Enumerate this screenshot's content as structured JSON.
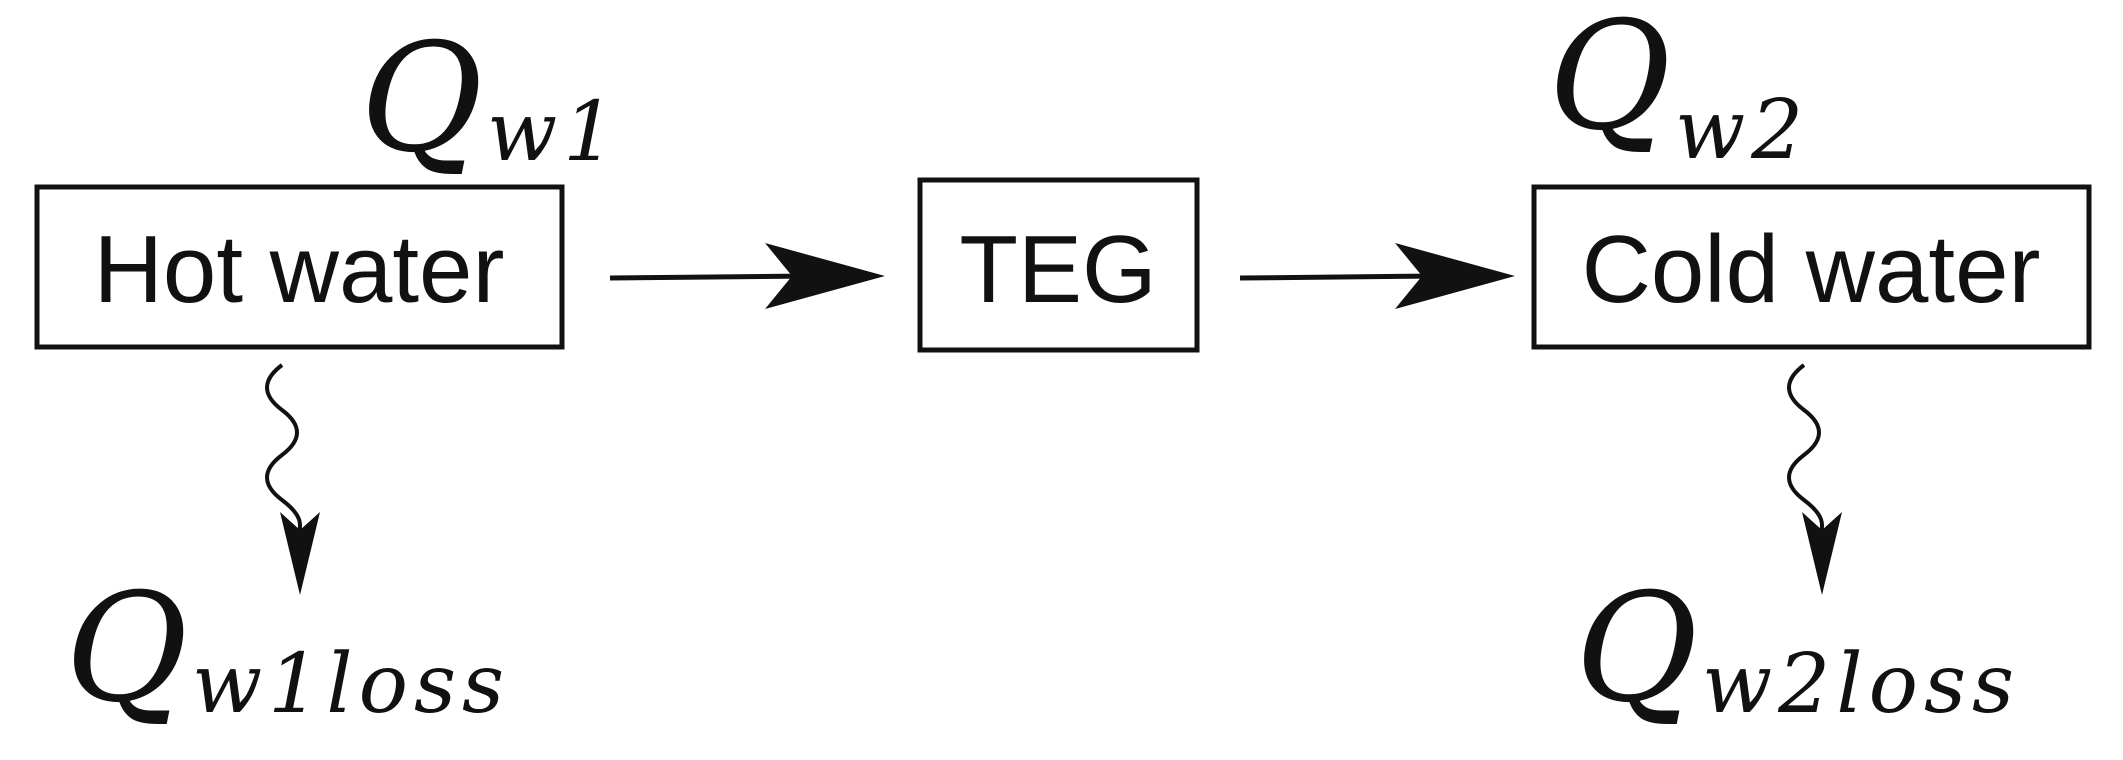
{
  "nodes": {
    "hot_water": {
      "label": "Hot water"
    },
    "teg": {
      "label": "TEG"
    },
    "cold_water": {
      "label": "Cold water"
    }
  },
  "heat_labels": {
    "q_w1": {
      "symbol": "Q",
      "subscript": "w1"
    },
    "q_w2": {
      "symbol": "Q",
      "subscript": "w2"
    },
    "q_w1_loss": {
      "symbol": "Q",
      "subscript": "w1loss"
    },
    "q_w2_loss": {
      "symbol": "Q",
      "subscript": "w2loss"
    }
  },
  "colors": {
    "stroke": "#111111",
    "background": "#ffffff"
  }
}
